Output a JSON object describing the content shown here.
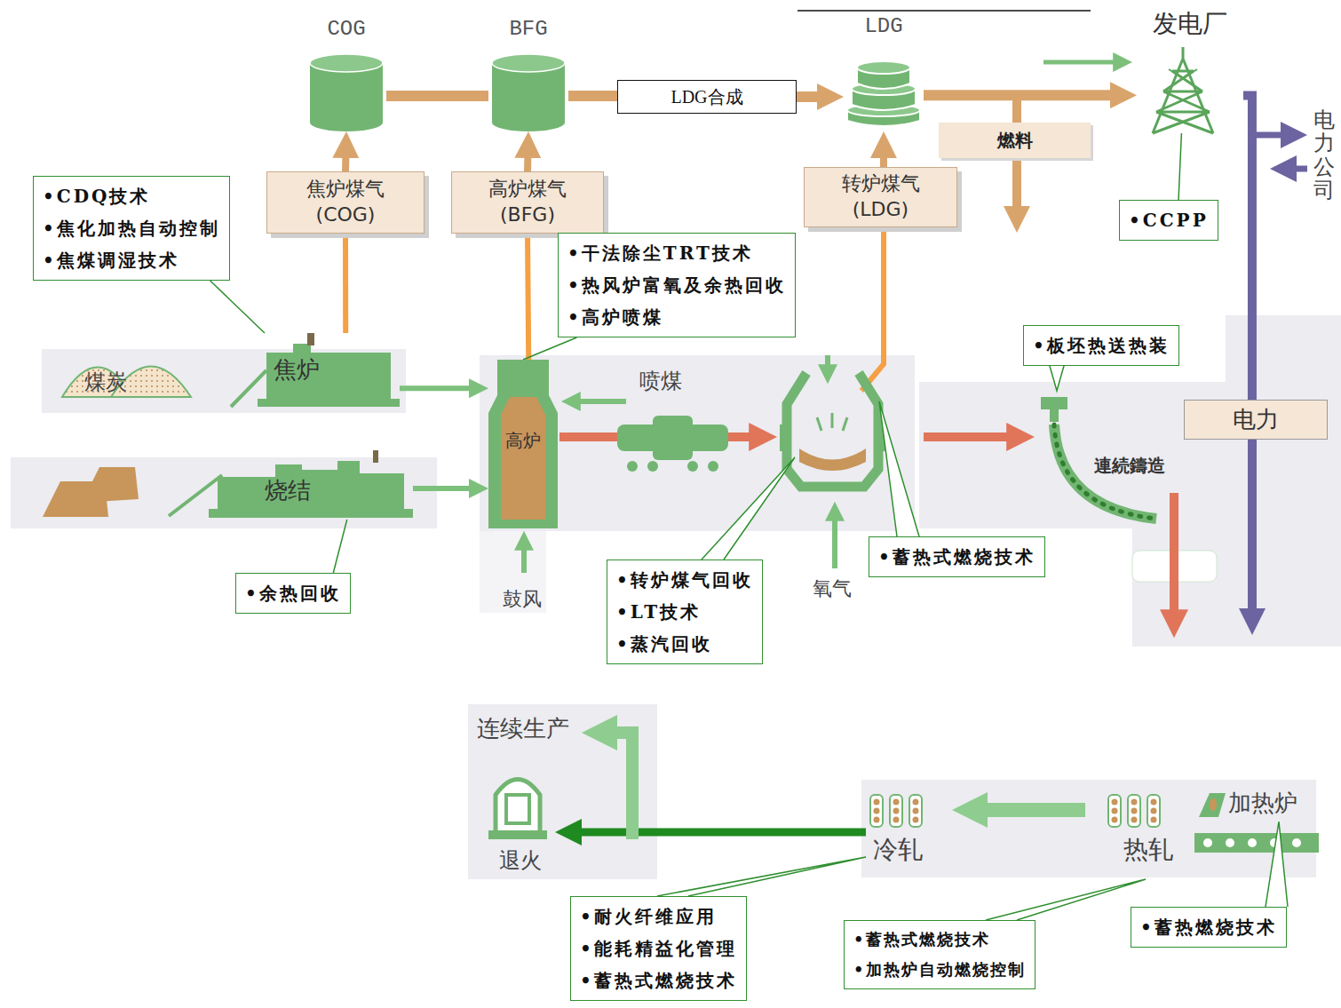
{
  "diagram": {
    "nodes": [
      {
        "text": [
          "COG"
        ]
      },
      {
        "text": [
          "BFG"
        ]
      },
      {
        "text": [
          "LDG合成"
        ]
      },
      {
        "text": [
          "LDG"
        ]
      },
      {
        "text": [
          "发电厂"
        ]
      },
      {
        "text": [
          "燃料"
        ]
      },
      {
        "text": [
          "焦炉煤气 (COG)"
        ]
      },
      {
        "text": [
          "高炉煤气 (BFG)"
        ]
      },
      {
        "text": [
          "转炉煤气 (LDG)"
        ]
      },
      {
        "text": [
          "•CCPP"
        ]
      },
      {
        "text": [
          "•CDQ技术",
          "•焦化加热自动控制",
          "•焦煤调湿技术"
        ]
      },
      {
        "text": [
          "•干法除尘TRT技术",
          "•热风炉富氧及余热回收",
          "•高炉喷煤"
        ]
      },
      {
        "text": [
          "焦炉"
        ]
      },
      {
        "text": [
          "•板坯热送热装"
        ]
      },
      {
        "text": [
          "高炉"
        ]
      },
      {
        "text": [
          "烧结"
        ]
      },
      {
        "text": [
          "电力"
        ]
      },
      {
        "text": [
          "•余热回收"
        ]
      },
      {
        "text": [
          "•转炉煤气回收",
          "•LT技术",
          "•蒸汽回收"
        ]
      },
      {
        "text": [
          "•蓄热式燃烧技术"
        ]
      },
      {
        "text": [
          "•耐火纤维应用",
          "•能耗精益化管理",
          "•蓄热式燃烧技术"
        ]
      },
      {
        "text": [
          "•蓄热式燃烧技术",
          "•加热炉自动燃烧控制"
        ]
      },
      {
        "text": [
          "•蓄热燃烧技术"
        ]
      }
    ],
    "edges": [
      {
        "from": 12,
        "to": 6,
        "arrow": "none"
      },
      {
        "from": 6,
        "to": 0,
        "arrow": "to"
      },
      {
        "from": 14,
        "to": 7,
        "arrow": "none"
      },
      {
        "from": 7,
        "to": 1,
        "arrow": "to"
      },
      {
        "from": 8,
        "to": 3,
        "arrow": "to"
      },
      {
        "from": 0,
        "to": 1,
        "arrow": "none"
      },
      {
        "from": 1,
        "to": 2,
        "arrow": "none"
      },
      {
        "from": 2,
        "to": 3,
        "arrow": "to"
      },
      {
        "from": 3,
        "to": 4,
        "arrow": "to"
      },
      {
        "from": 9,
        "to": 4,
        "arrow": "none"
      },
      {
        "from": 4,
        "to": 16,
        "arrow": "none"
      },
      {
        "from": 12,
        "to": 14,
        "arrow": "to"
      },
      {
        "from": 15,
        "to": 14,
        "arrow": "to"
      },
      {
        "from": 10,
        "to": 12,
        "arrow": "none"
      },
      {
        "from": 11,
        "to": 14,
        "arrow": "none"
      },
      {
        "from": 17,
        "to": 15,
        "arrow": "none"
      }
    ],
    "labels": [
      "煤炭",
      "喷煤",
      "鼓风",
      "氧气",
      "連続鑄造",
      "电力公司",
      "连续生产",
      "退火",
      "冷轧",
      "热轧",
      "加热炉"
    ]
  }
}
